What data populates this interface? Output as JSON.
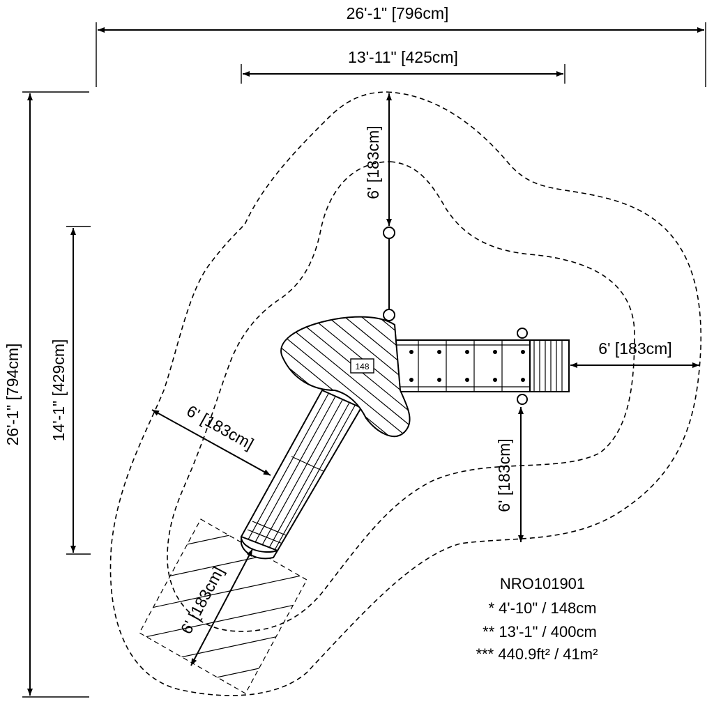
{
  "dimensions": {
    "overall_width": "26'-1\" [796cm]",
    "structure_width": "13'-11\" [425cm]",
    "overall_depth": "26'-1\" [794cm]",
    "structure_depth": "14'-1\" [429cm]",
    "top_clearance": "6' [183cm]",
    "right_clearance": "6' [183cm]",
    "lower_right_clearance": "6' [183cm]",
    "slide_side_clearance": "6' [183cm]",
    "slide_exit_clearance": "6' [183cm]"
  },
  "deck_tag": "148",
  "specs": {
    "model": "NRO101901",
    "height": "* 4'-10\" / 148cm",
    "height_2": "** 13'-1\" / 400cm",
    "area": "*** 440.9ft² / 41m²"
  }
}
